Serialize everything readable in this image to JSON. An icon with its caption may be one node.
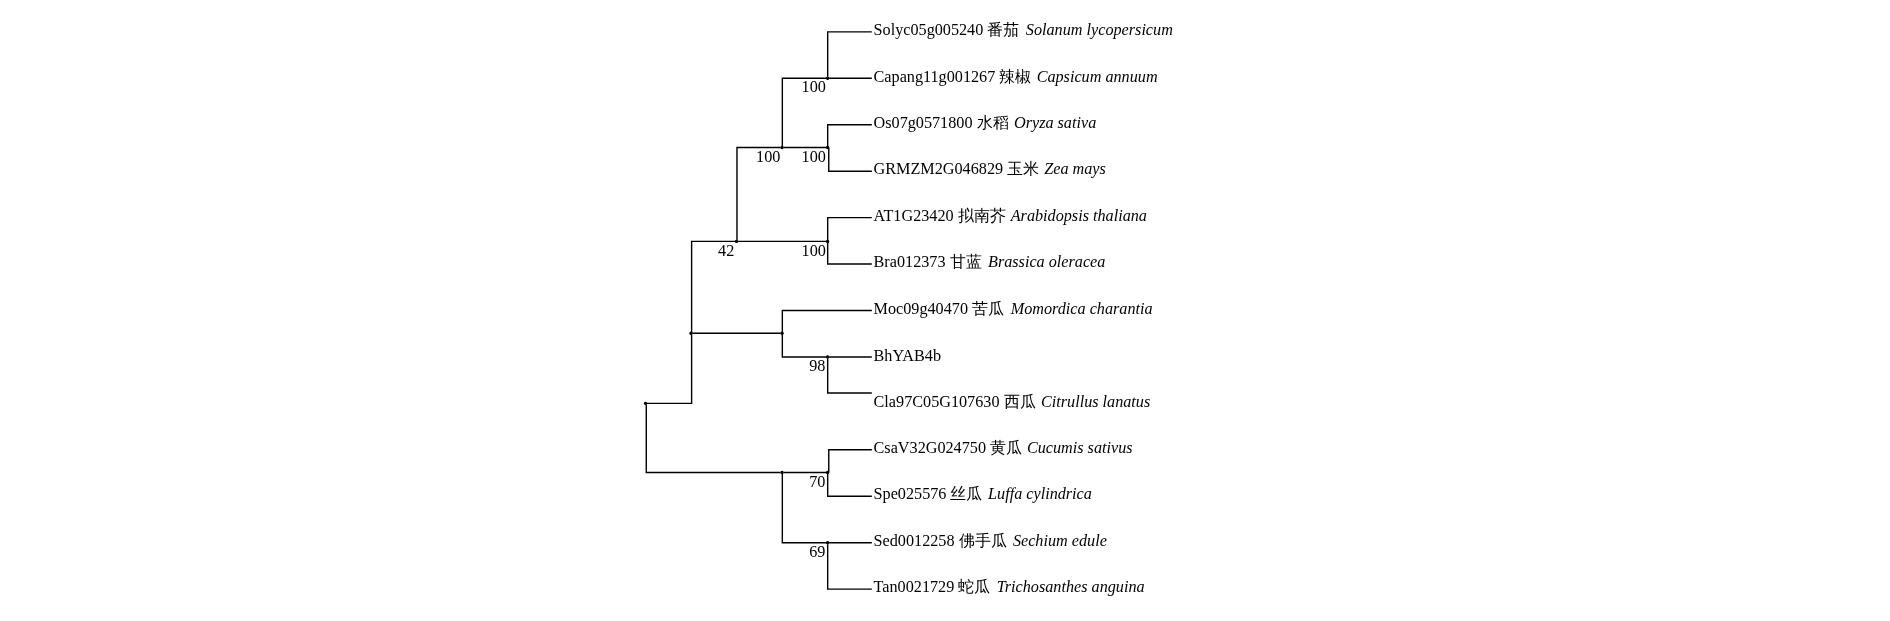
{
  "diagram": {
    "nodes": [
      {
        "text": [],
        "shape": "point"
      },
      {
        "text": [],
        "shape": "point"
      },
      {
        "text": [],
        "shape": "point",
        "beside": [
          "42"
        ]
      },
      {
        "text": [],
        "shape": "point",
        "beside": [
          "100"
        ]
      },
      {
        "text": [],
        "shape": "point",
        "beside": [
          "100"
        ]
      },
      {
        "text": [
          "Solyc05g005240 番茄 *Solanum lycopersicum*"
        ]
      },
      {
        "text": [
          "Capang11g001267 辣椒 *Capsicum annuum*"
        ]
      },
      {
        "text": [],
        "shape": "point",
        "beside": [
          "100"
        ]
      },
      {
        "text": [
          "Os07g0571800 水稻 *Oryza sativa*"
        ]
      },
      {
        "text": [
          "GRMZM2G046829 玉米 *Zea mays*"
        ]
      },
      {
        "text": [],
        "shape": "point",
        "beside": [
          "100"
        ]
      },
      {
        "text": [
          "AT1G23420 拟南芥 *Arabidopsis thaliana*"
        ]
      },
      {
        "text": [
          "Bra012373 甘蓝 *Brassica oleracea*"
        ]
      },
      {
        "text": [],
        "shape": "point"
      },
      {
        "text": [
          "Moc09g40470 苦瓜 *Momordica charantia*"
        ]
      },
      {
        "text": [],
        "shape": "point",
        "beside": [
          "98"
        ]
      },
      {
        "text": [
          "BhYAB4b"
        ]
      },
      {
        "text": [
          "Cla97C05G107630 西瓜 *Citrullus lanatus*"
        ]
      },
      {
        "text": [],
        "shape": "point"
      },
      {
        "text": [],
        "shape": "point",
        "beside": [
          "70"
        ]
      },
      {
        "text": [
          "CsaV32G024750 黄瓜 *Cucumis sativus*"
        ]
      },
      {
        "text": [
          "Spe025576 丝瓜 *Luffa cylindrica*"
        ]
      },
      {
        "text": [],
        "shape": "point",
        "beside": [
          "69"
        ]
      },
      {
        "text": [
          "Sed0012258 佛手瓜 *Sechium edule*"
        ]
      },
      {
        "text": [
          "Tan0021729 蛇瓜 *Trichosanthes anguina*"
        ]
      }
    ],
    "edges": [
      {
        "from": 0,
        "to": 1,
        "arrow": "none"
      },
      {
        "from": 1,
        "to": 2,
        "arrow": "none"
      },
      {
        "from": 2,
        "to": 3,
        "arrow": "none"
      },
      {
        "from": 3,
        "to": 4,
        "arrow": "none"
      },
      {
        "from": 4,
        "to": 5,
        "arrow": "none"
      },
      {
        "from": 4,
        "to": 6,
        "arrow": "none"
      },
      {
        "from": 3,
        "to": 7,
        "arrow": "none"
      },
      {
        "from": 7,
        "to": 8,
        "arrow": "none"
      },
      {
        "from": 7,
        "to": 9,
        "arrow": "none"
      },
      {
        "from": 2,
        "to": 10,
        "arrow": "none"
      },
      {
        "from": 10,
        "to": 11,
        "arrow": "none"
      },
      {
        "from": 10,
        "to": 12,
        "arrow": "none"
      },
      {
        "from": 1,
        "to": 13,
        "arrow": "none"
      },
      {
        "from": 13,
        "to": 14,
        "arrow": "none"
      },
      {
        "from": 13,
        "to": 15,
        "arrow": "none"
      },
      {
        "from": 15,
        "to": 16,
        "arrow": "none"
      },
      {
        "from": 15,
        "to": 17,
        "arrow": "none"
      },
      {
        "from": 0,
        "to": 18,
        "arrow": "none"
      },
      {
        "from": 18,
        "to": 19,
        "arrow": "none"
      },
      {
        "from": 19,
        "to": 20,
        "arrow": "none"
      },
      {
        "from": 19,
        "to": 21,
        "arrow": "none"
      },
      {
        "from": 18,
        "to": 22,
        "arrow": "none"
      },
      {
        "from": 22,
        "to": 23,
        "arrow": "none"
      },
      {
        "from": 22,
        "to": 24,
        "arrow": "none"
      }
    ]
  }
}
